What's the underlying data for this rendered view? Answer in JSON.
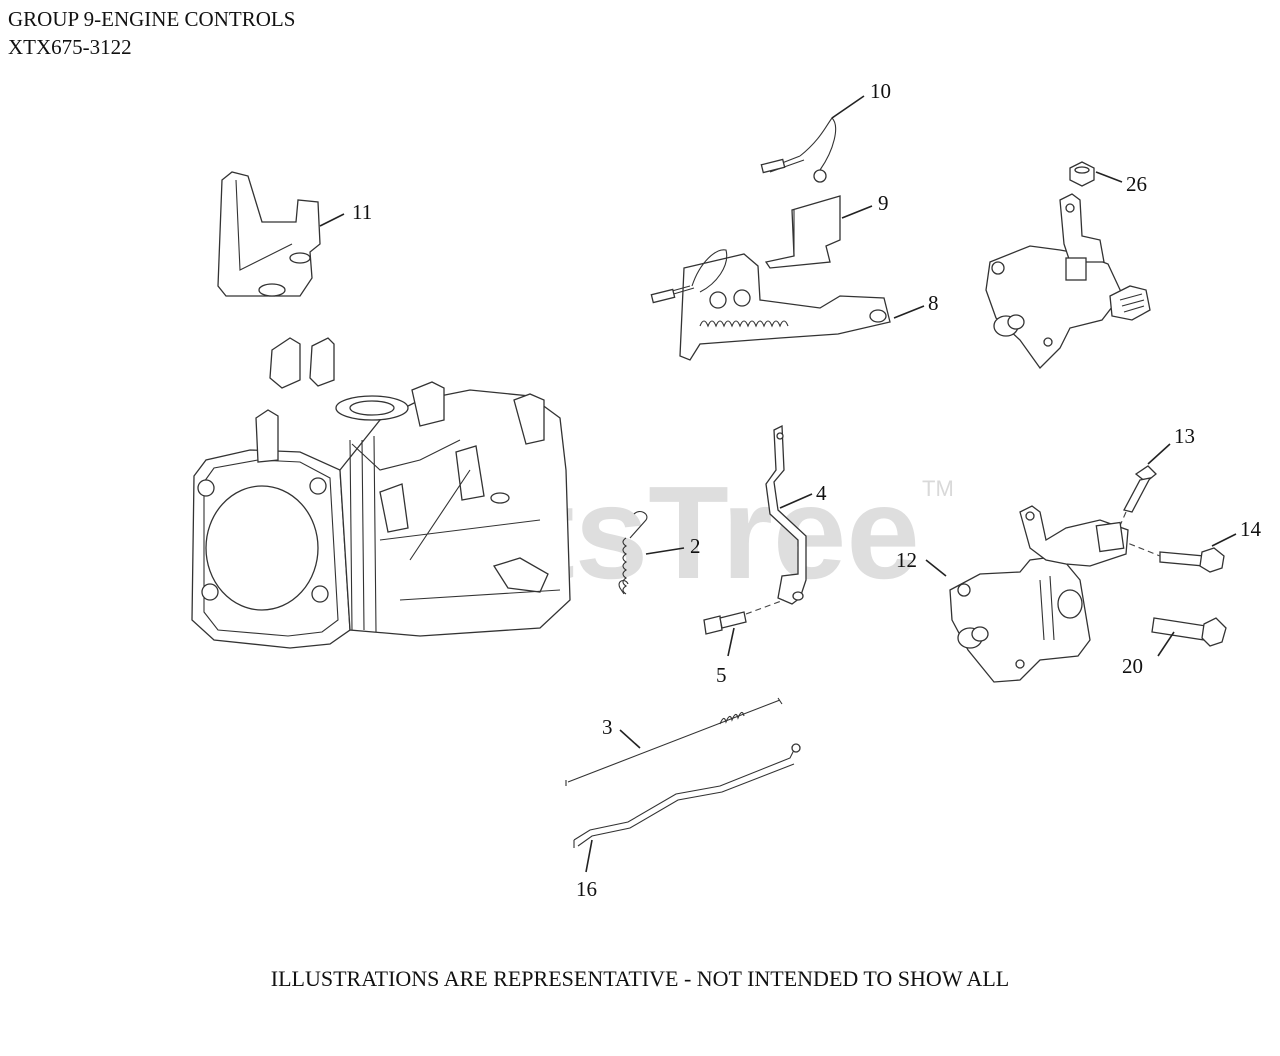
{
  "header": {
    "line1": "GROUP 9-ENGINE CONTROLS",
    "line2": "XTX675-3122"
  },
  "watermark": {
    "text": "PartsTree",
    "tm": "TM",
    "color": "#d9d9d9"
  },
  "callouts": {
    "c2": "2",
    "c3": "3",
    "c4": "4",
    "c5": "5",
    "c8": "8",
    "c9": "9",
    "c10": "10",
    "c11": "11",
    "c12": "12",
    "c13": "13",
    "c14": "14",
    "c16": "16",
    "c20": "20",
    "c26": "26"
  },
  "footer": {
    "note": "ILLUSTRATIONS ARE REPRESENTATIVE - NOT INTENDED TO SHOW ALL"
  }
}
